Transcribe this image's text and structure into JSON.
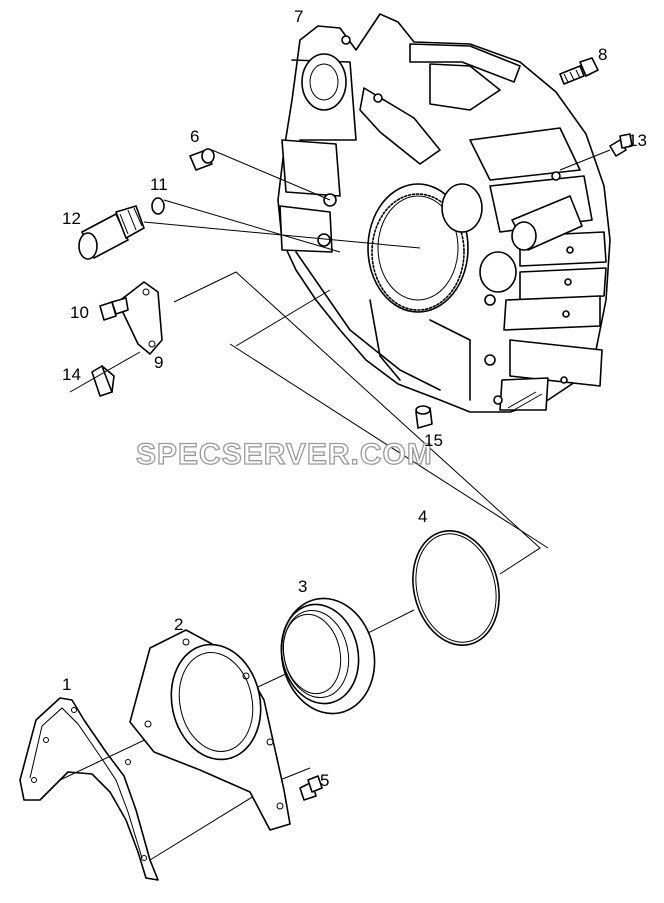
{
  "watermark": "SPECSERVER.COM",
  "callouts": {
    "p1": "1",
    "p2": "2",
    "p3": "3",
    "p4": "4",
    "p5": "5",
    "p6": "6",
    "p7": "7",
    "p8": "8",
    "p9": "9",
    "p10": "10",
    "p11": "11",
    "p12": "12",
    "p13": "13",
    "p14": "14",
    "p15": "15"
  }
}
